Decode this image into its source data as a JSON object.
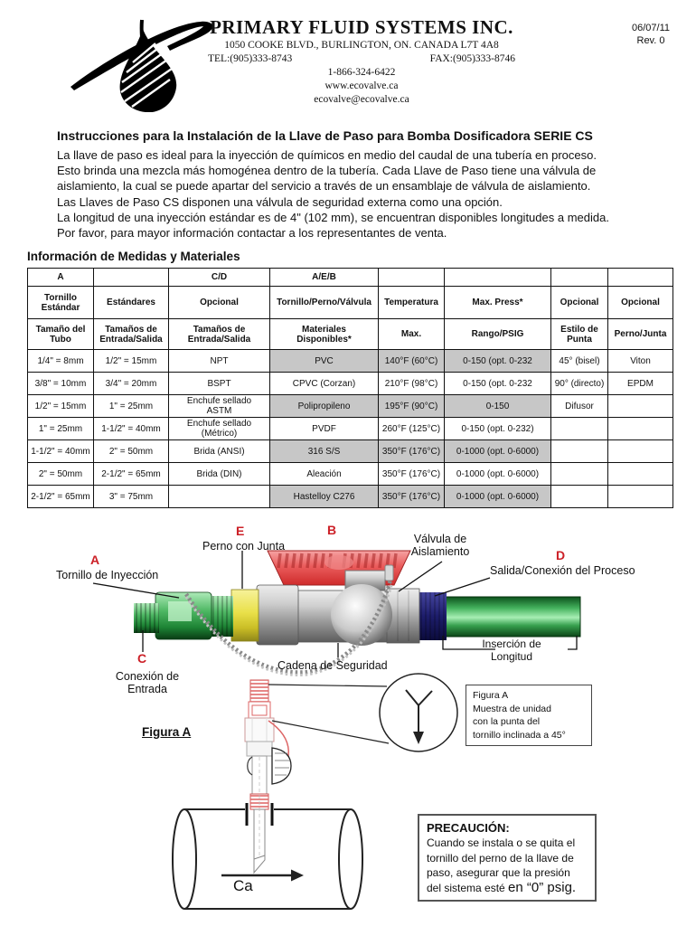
{
  "header": {
    "company": "PRIMARY FLUID SYSTEMS INC.",
    "address": "1050 COOKE BLVD., BURLINGTON, ON.     CANADA  L7T 4A8",
    "tel": "TEL:(905)333-8743",
    "fax": "FAX:(905)333-8746",
    "tollfree": "1-866-324-6422",
    "website": "www.ecovalve.ca",
    "email": "ecovalve@ecovalve.ca",
    "date": "06/07/11",
    "rev": "Rev. 0",
    "logo_icon": "drop-swoosh-logo"
  },
  "title": "Instrucciones para la Instalación de la Llave de Paso para Bomba Dosificadora SERIE CS",
  "intro": {
    "p1": "La llave de paso es ideal para la inyección de químicos en medio del caudal de una tubería en proceso. Esto brinda una mezcla más homogénea dentro de la tubería.  Cada Llave de Paso tiene una válvula de aislamiento, la cual se puede apartar del servicio a través de un ensamblaje de válvula de aislamiento. Las Llaves de Paso CS disponen una válvula de seguridad externa como una opción.",
    "p2": "La longitud de una inyección estándar es de 4\" (102 mm), se encuentran disponibles longitudes a medida. Por favor, para mayor información contactar a los representantes de venta."
  },
  "table": {
    "section_title": "Información de Medidas y Materiales",
    "header_row1": [
      "A",
      "",
      "C/D",
      "A/E/B",
      "",
      "",
      "",
      ""
    ],
    "header_row2": [
      "Tornillo\nEstándar",
      "Estándares",
      "Opcional",
      "Tornillo/Perno/Válvula",
      "Temperatura",
      "Max. Press*",
      "Opcional",
      "Opcional"
    ],
    "header_row3": [
      "Tamaño del\nTubo",
      "Tamaños de\nEntrada/Salida",
      "Tamaños de\nEntrada/Salida",
      "Materiales\nDisponibles*",
      "Max.",
      "Rango/PSIG",
      "Estilo de\nPunta",
      "Perno/Junta"
    ],
    "rows": [
      [
        "1/4\" = 8mm",
        "1/2\" = 15mm",
        "NPT",
        "PVC",
        "140°F (60°C)",
        "0-150 (opt. 0-232",
        "45° (bisel)",
        "Viton"
      ],
      [
        "3/8\" = 10mm",
        "3/4\" = 20mm",
        "BSPT",
        "CPVC (Corzan)",
        "210°F (98°C)",
        "0-150 (opt. 0-232",
        "90° (directo)",
        "EPDM"
      ],
      [
        "1/2\" = 15mm",
        "1\" = 25mm",
        "Enchufe sellado\nASTM",
        "Polipropileno",
        "195°F (90°C)",
        "0-150",
        "Difusor",
        ""
      ],
      [
        "1\" = 25mm",
        "1-1/2\" = 40mm",
        "Enchufe sellado\n(Métrico)",
        "PVDF",
        "260°F (125°C)",
        "0-150 (opt. 0-232)",
        "",
        ""
      ],
      [
        "1-1/2\" = 40mm",
        "2\" = 50mm",
        "Brida (ANSI)",
        "316 S/S",
        "350°F (176°C)",
        "0-1000 (opt. 0-6000)",
        "",
        ""
      ],
      [
        "2\" = 50mm",
        "2-1/2\" = 65mm",
        "Brida (DIN)",
        "Aleación",
        "350°F (176°C)",
        "0-1000 (opt. 0-6000)",
        "",
        ""
      ],
      [
        "2-1/2\" = 65mm",
        "3\" = 75mm",
        "",
        "Hastelloy C276",
        "350°F (176°C)",
        "0-1000 (opt. 0-6000)",
        "",
        ""
      ]
    ]
  },
  "diagram": {
    "letter_a": "A",
    "label_a": "Tornillo de Inyección",
    "letter_b": "B",
    "letter_c": "C",
    "label_c": "Conexión de\nEntrada",
    "letter_d": "D",
    "label_d": "Salida/Conexión del Proceso",
    "letter_e": "E",
    "label_e": "Perno con Junta",
    "label_valve": "Válvula de\nAislamiento",
    "label_chain": "Cadena de Seguridad",
    "label_insertion": "Inserción de\nLongitud",
    "figura_heading": "Figura A",
    "figura_note": "Figura A\nMuestra de unidad\ncon la punta del\ntornillo inclinada a 45°",
    "flow_label": "Ca",
    "caution_title": "PRECAUCIÓN:",
    "caution_body": "Cuando se instala o se quita el tornillo del perno de la llave de paso, asegurar que la presión del sistema esté ",
    "caution_emphasis": "en “0” psig.",
    "colors": {
      "letter_red": "#cc2027",
      "handle_red": "#e25050",
      "body_green": "#2e9142",
      "collar_yellow": "#e6de3e",
      "collar_navy": "#1d1d6b",
      "valve_gray": "#9a9a9a",
      "table_shade": "#c7c7c7"
    }
  }
}
